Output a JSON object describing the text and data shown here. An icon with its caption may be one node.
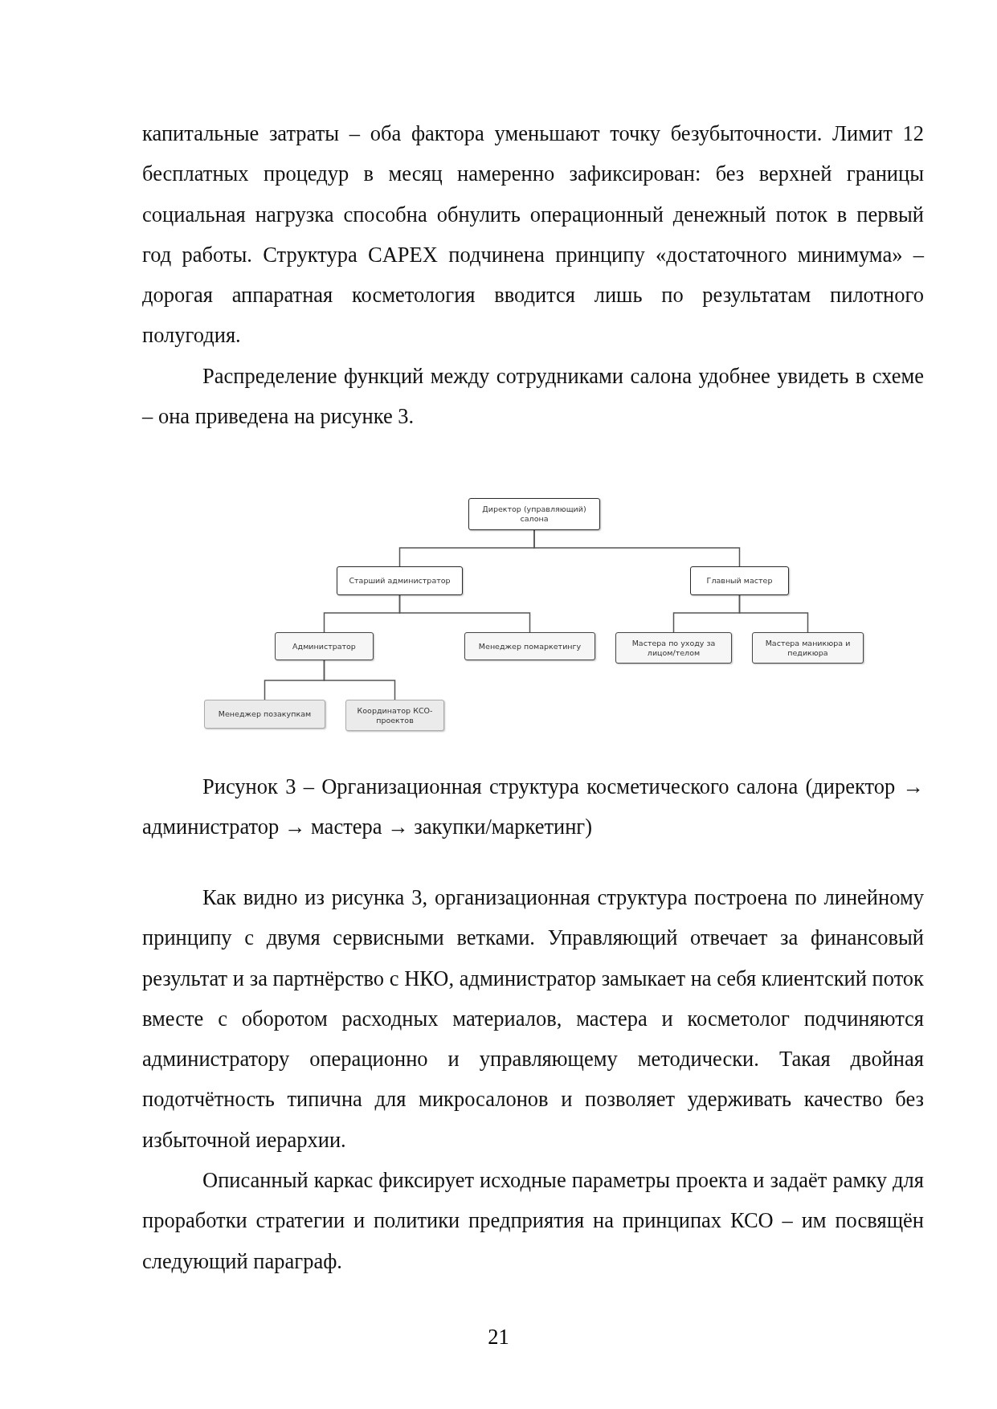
{
  "diagram": {
    "caption": "Рисунок 3 – Организационная структура косметического салона (директор → администратор → мастера → закупки/маркетинг)",
    "nodes": [
      {
        "text": [
          "Директор (управляющий) салона"
        ]
      },
      {
        "text": [
          "Старший администратор"
        ]
      },
      {
        "text": [
          "Главный мастер"
        ]
      },
      {
        "text": [
          "Администратор"
        ]
      },
      {
        "text": [
          "Менеджер помаркетингу"
        ]
      },
      {
        "text": [
          "Мастера по уходу за лицом/телом"
        ]
      },
      {
        "text": [
          "Мастера маникюра и педикюра"
        ]
      },
      {
        "text": [
          "Менеджер позакупкам"
        ]
      },
      {
        "text": [
          "Координатор КСО-проектов"
        ]
      }
    ],
    "edges": [
      {
        "from": 0,
        "to": 1,
        "arrow": "none"
      },
      {
        "from": 0,
        "to": 2,
        "arrow": "none"
      },
      {
        "from": 1,
        "to": 3,
        "arrow": "none"
      },
      {
        "from": 1,
        "to": 4,
        "arrow": "none"
      },
      {
        "from": 2,
        "to": 5,
        "arrow": "none"
      },
      {
        "from": 2,
        "to": 6,
        "arrow": "none"
      },
      {
        "from": 3,
        "to": 7,
        "arrow": "none"
      },
      {
        "from": 3,
        "to": 8,
        "arrow": "none"
      }
    ],
    "labels": [
      "капитальные затраты – оба фактора уменьшают точку безубыточности. Лимит 12 бесплатных процедур в месяц намеренно зафиксирован: без верхней границы социальная нагрузка способна обнулить операционный денежный поток в первый год работы. Структура CAPEX подчинена принципу «достаточного минимума» – дорогая аппаратная косметология вводится лишь по результатам пилотного полугодия.",
      "Распределение функций между сотрудниками салона удобнее увидеть в схеме – она приведена на рисунке 3.",
      "Как видно из рисунка 3, организационная структура построена по линейному принципу с двумя сервисными ветками. Управляющий отвечает за финансовый результат и за партнёрство с НКО, администратор замыкает на себя клиентский поток вместе с оборотом расходных материалов, мастера и косметолог подчиняются администратору операционно и управляющему методически. Такая двойная подотчётность типична для микросалонов и позволяет удерживать качество без избыточной иерархии.",
      "Описанный каркас фиксирует исходные параметры проекта и задаёт рамку для проработки стратегии и политики предприятия на принципах КСО – им посвящён следующий параграф.",
      "21"
    ]
  }
}
